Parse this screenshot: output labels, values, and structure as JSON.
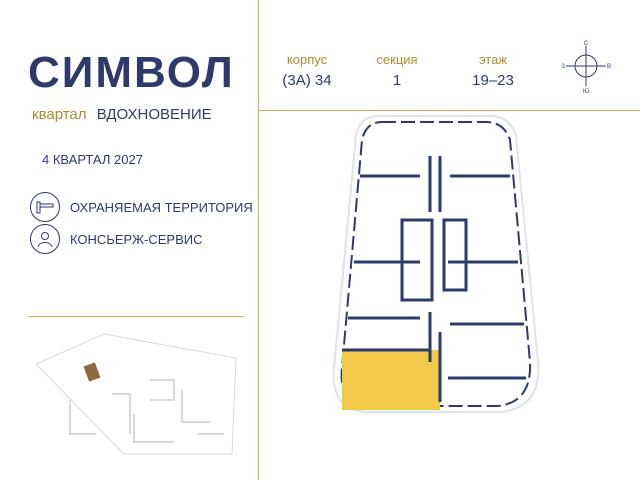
{
  "logo": "СИМВОЛ",
  "quarter": {
    "label": "квартал",
    "name": "ВДОХНОВЕНИЕ"
  },
  "completion": "4 КВАРТАЛ 2027",
  "features": [
    {
      "icon": "barrier-icon",
      "label": "ОХРАНЯЕМАЯ ТЕРРИТОРИЯ"
    },
    {
      "icon": "concierge-icon",
      "label": "КОНСЬЕРЖ-СЕРВИС"
    }
  ],
  "building": {
    "label": "корпус",
    "value": "(3А) 34"
  },
  "section": {
    "label": "секция",
    "value": "1"
  },
  "floor": {
    "label": "этаж",
    "value": "19–23"
  },
  "compass": {
    "n": "С",
    "s": "Ю",
    "w": "З",
    "e": "В"
  },
  "colors": {
    "navy": "#2e3a6b",
    "gold": "#c9a95c",
    "highlight": "#f3c949"
  }
}
